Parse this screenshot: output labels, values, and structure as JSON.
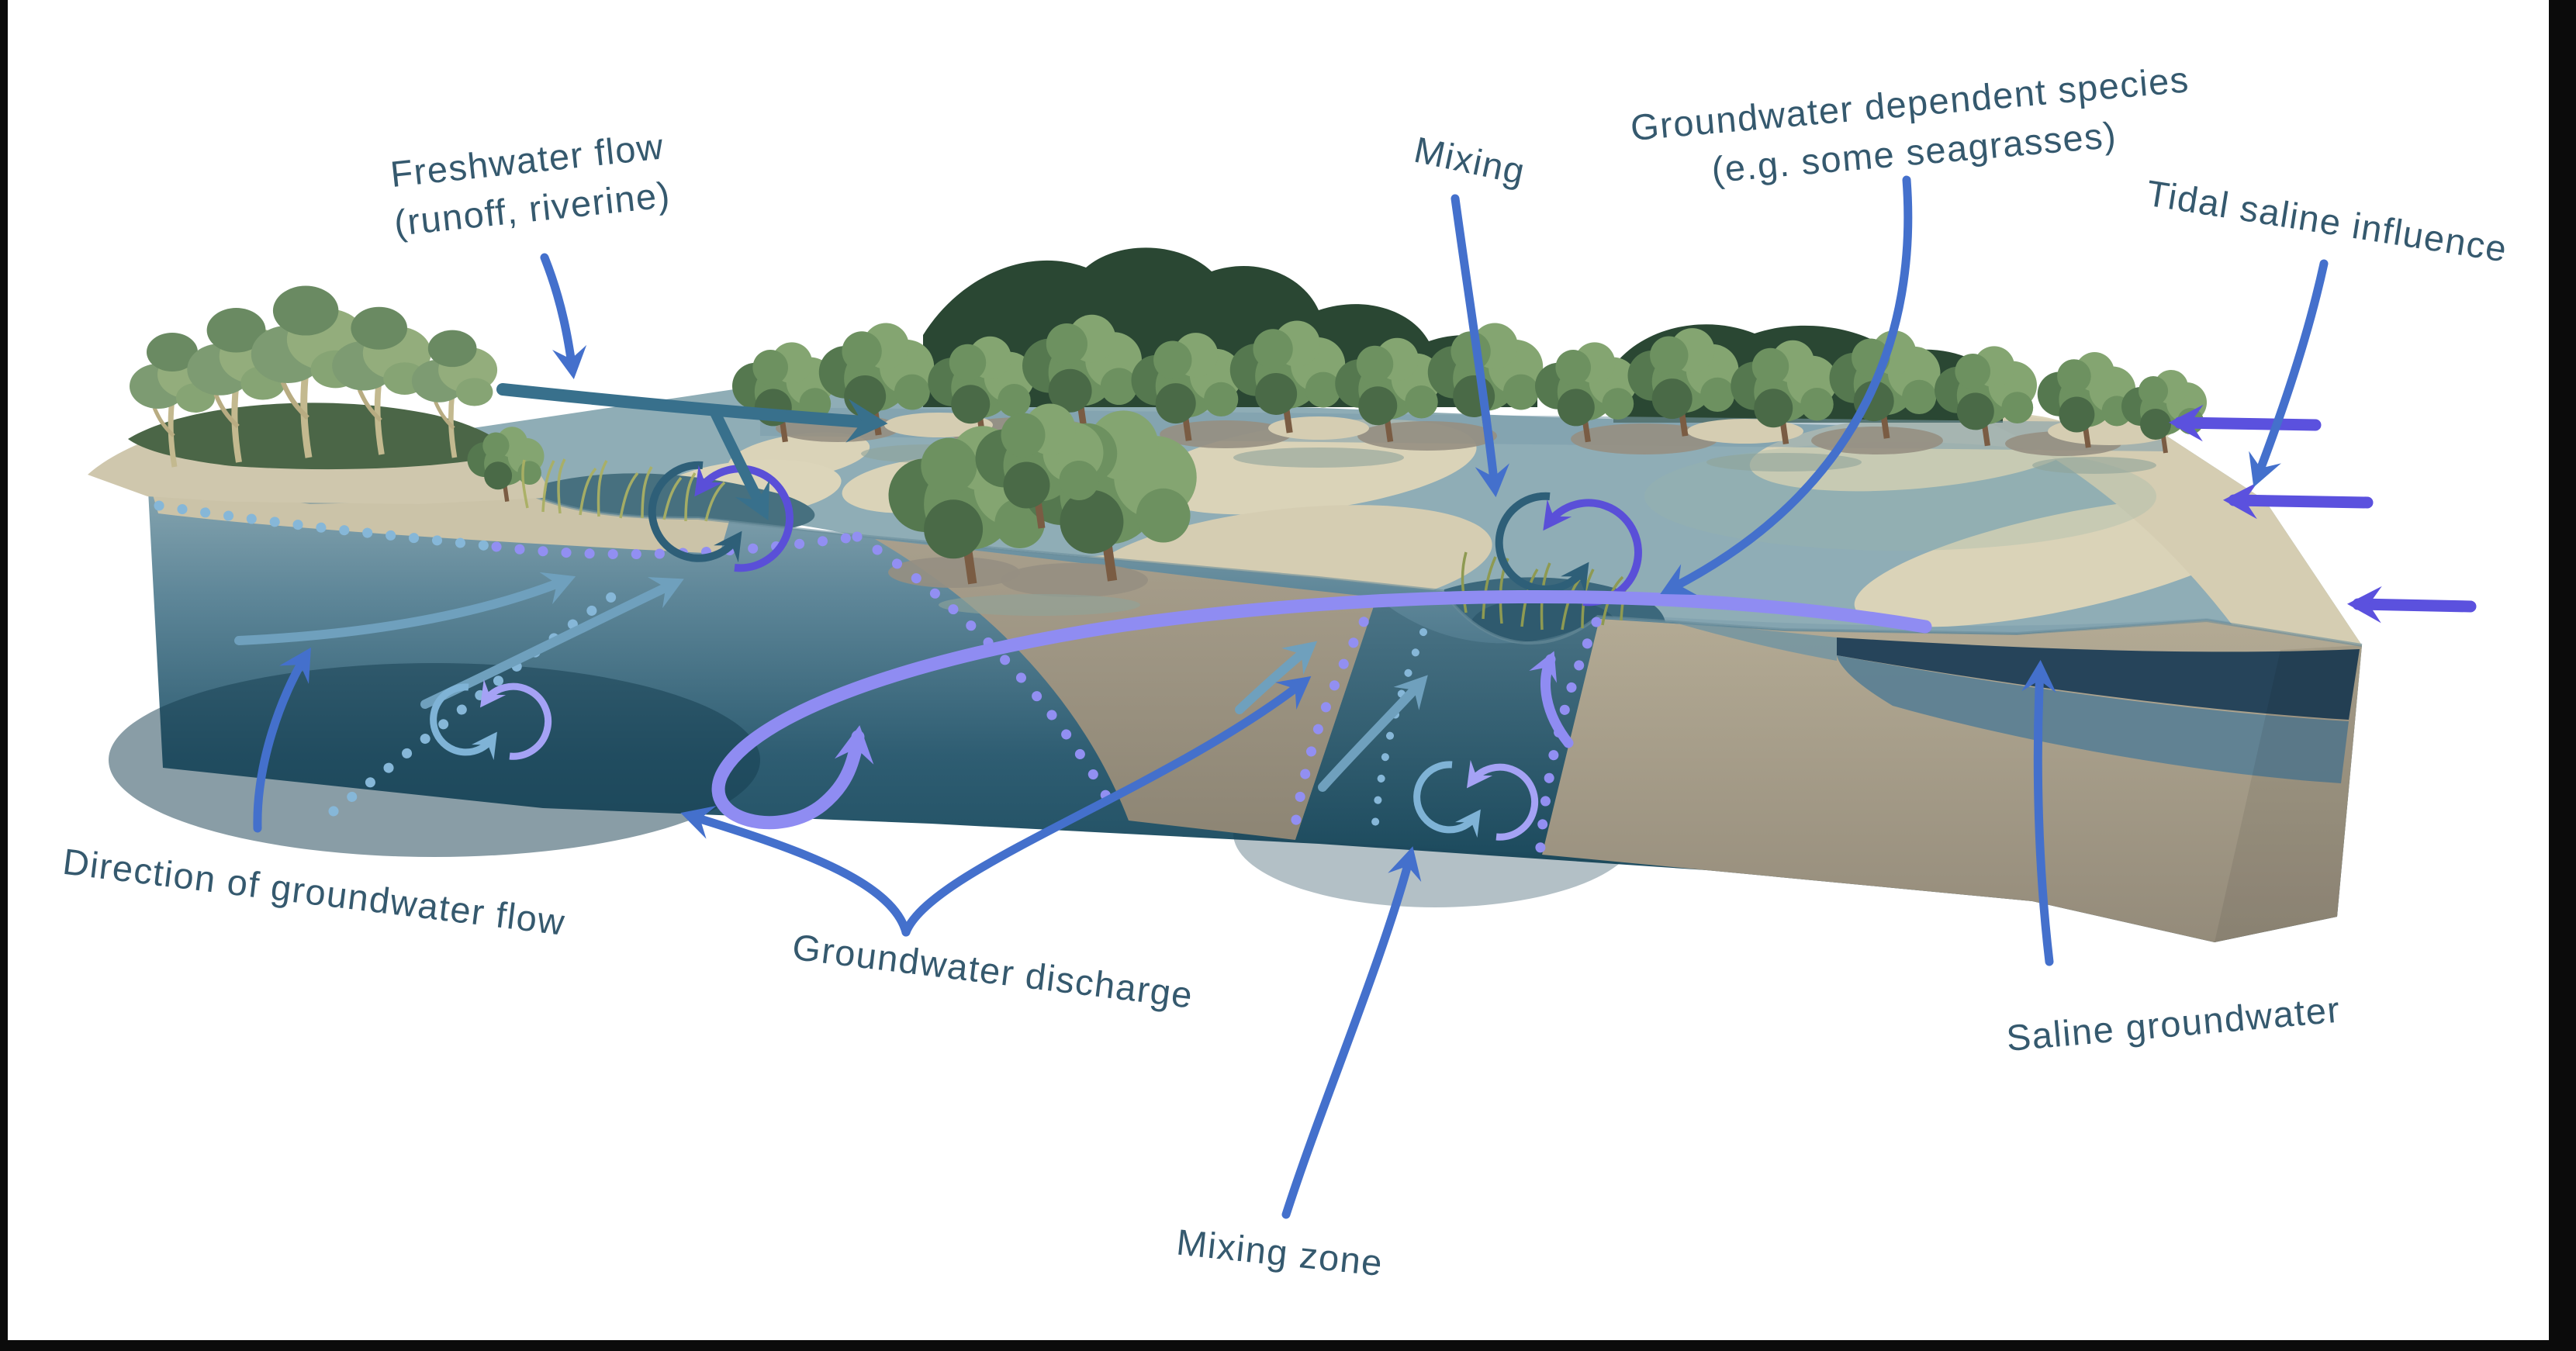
{
  "labels": {
    "freshwater_flow": {
      "line1": "Freshwater flow",
      "line2": "(runoff, riverine)"
    },
    "mixing": {
      "text": "Mixing"
    },
    "gw_dependent_species": {
      "line1": "Groundwater dependent species",
      "line2": "(e.g. some seagrasses)"
    },
    "tidal_saline_influence": {
      "text": "Tidal saline influence"
    },
    "direction_gw_flow": {
      "text": "Direction of groundwater flow"
    },
    "gw_discharge": {
      "text": "Groundwater discharge"
    },
    "mixing_zone": {
      "text": "Mixing zone"
    },
    "saline_groundwater": {
      "text": "Saline groundwater"
    }
  },
  "palette": {
    "label_text": "#35596e",
    "annotation_arrow_blue": "#4470cc",
    "tidal_arrow_purple": "#5b51de",
    "groundwater_arrow_steel": "#6fa0bd",
    "freshwater_arrow_teal": "#38708c",
    "mixing_cycle_teal": "#2e5f78",
    "mixing_cycle_purple": "#5a4fd8",
    "discharge_sweep_periwinkle": "#8f8cf2",
    "watertable_dots_blue": "#86b7d8",
    "watertable_dots_periwinkle": "#928ff2",
    "surface_water": "#8fadb6",
    "sand": "#d9d2b7",
    "sediment": "#9a9181",
    "aquifer_deep": "#1e4a5c",
    "saline_wedge": "#26445a",
    "canopy_dark": "#2a4733",
    "canopy_mid": "#6d9160",
    "canopy_light": "#84a571"
  }
}
